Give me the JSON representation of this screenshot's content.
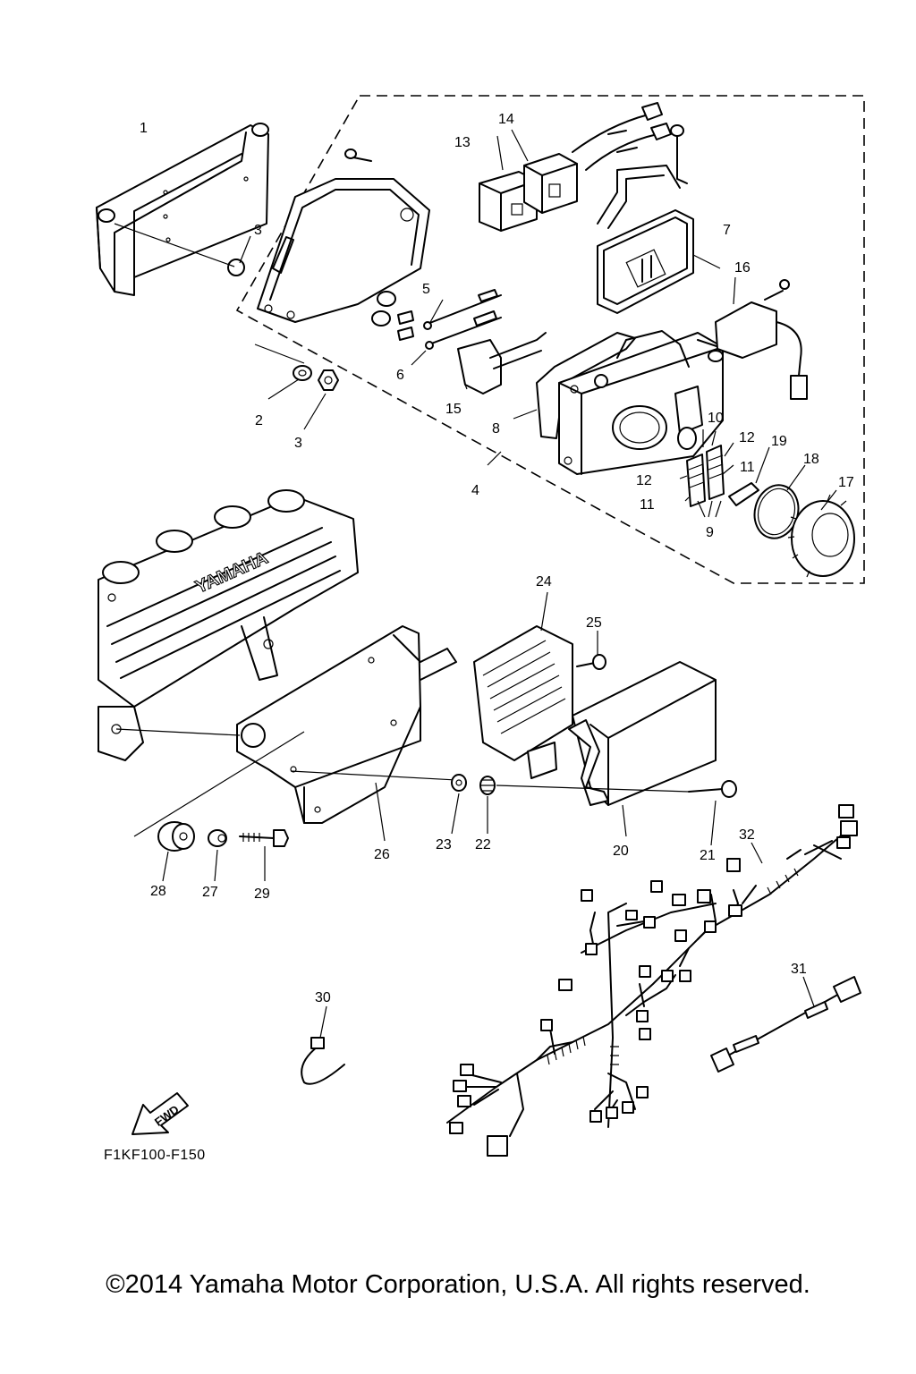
{
  "diagram": {
    "callouts": [
      "1",
      "2",
      "3",
      "3",
      "4",
      "5",
      "6",
      "7",
      "8",
      "9",
      "10",
      "11",
      "11",
      "12",
      "12",
      "13",
      "14",
      "15",
      "16",
      "17",
      "18",
      "19",
      "20",
      "21",
      "22",
      "23",
      "24",
      "25",
      "26",
      "27",
      "28",
      "29",
      "30",
      "31",
      "32"
    ],
    "fwd_label": "FWD",
    "engine_brand_mark": "YAMAHA",
    "diagram_code": "F1KF100-F150"
  },
  "footer": {
    "copyright": "©2014 Yamaha Motor Corporation, U.S.A. All rights reserved."
  }
}
